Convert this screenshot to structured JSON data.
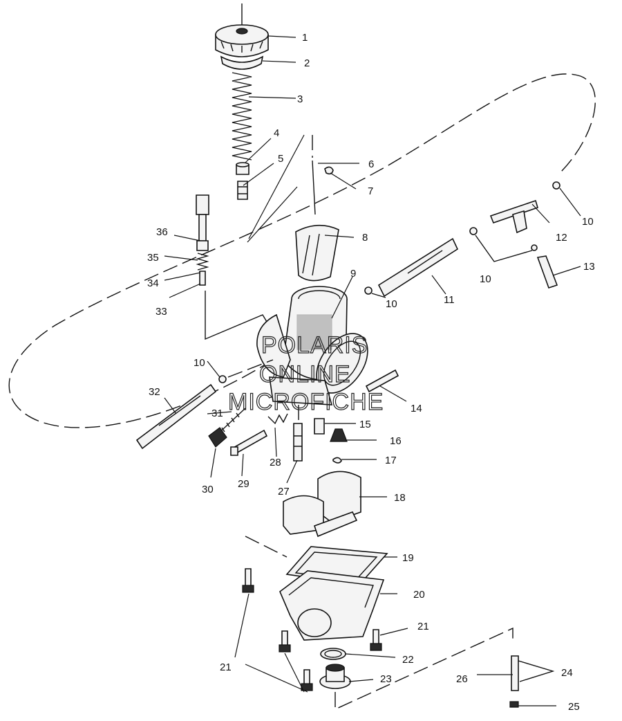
{
  "watermark": {
    "line1": "POLARIS",
    "line2": "ONLINE",
    "line3": "MICROFICHE"
  },
  "callouts": [
    "1",
    "2",
    "3",
    "4",
    "5",
    "6",
    "7",
    "8",
    "9",
    "10",
    "11",
    "12",
    "13",
    "14",
    "15",
    "16",
    "17",
    "18",
    "19",
    "20",
    "21",
    "22",
    "23",
    "24",
    "25",
    "26",
    "27",
    "28",
    "29",
    "30",
    "31",
    "32",
    "33",
    "34",
    "35",
    "36"
  ],
  "colors": {
    "ink": "#111111",
    "background": "#ffffff"
  }
}
